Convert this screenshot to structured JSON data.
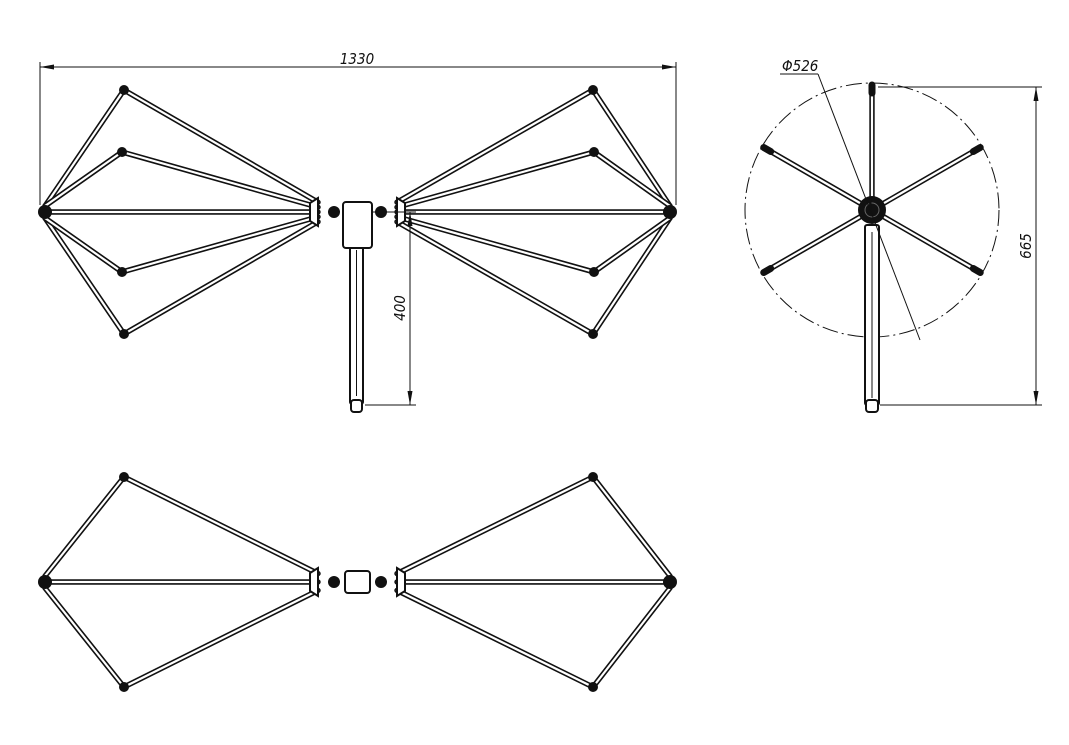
{
  "drawing": {
    "dimensions": {
      "overall_width": "1330",
      "mast_height": "400",
      "diameter": "Φ526",
      "total_height": "665"
    }
  }
}
